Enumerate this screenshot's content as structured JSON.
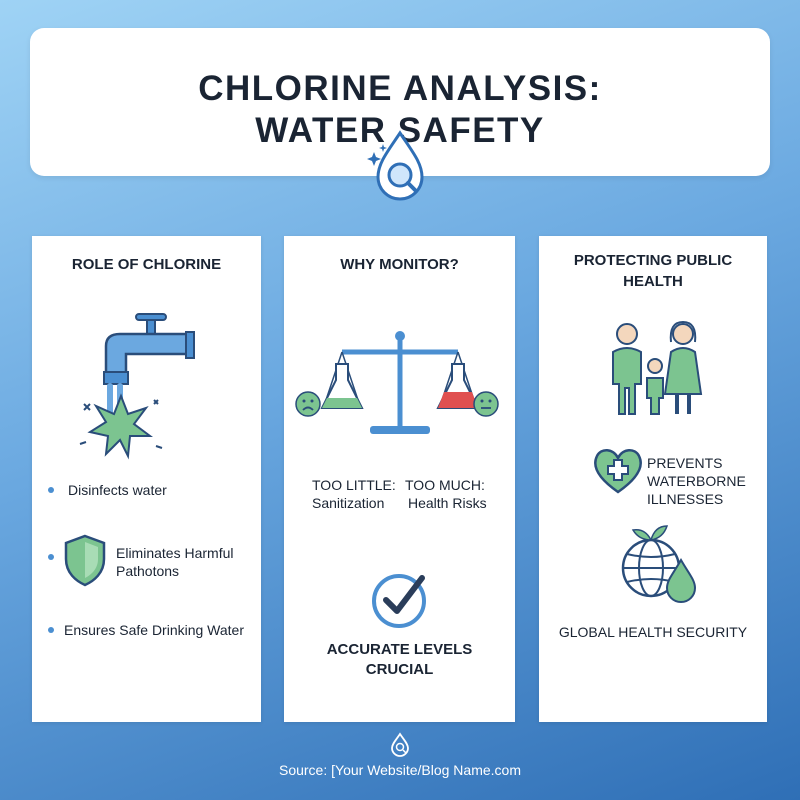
{
  "header": {
    "title_line1": "CHLORINE ANALYSIS:",
    "title_line2": "WATER SAFETY"
  },
  "role_card": {
    "title": "ROLE OF CHLORINE",
    "items": [
      "Disinfects water",
      "Eliminates Harmful",
      "Pathotons",
      "Ensures Safe Drinking Water"
    ]
  },
  "monitor_card": {
    "title": "WHY MONITOR?",
    "too_little_label": "TOO LITTLE:",
    "too_little_value": "Sanitization",
    "too_much_label": "TOO MUCH:",
    "too_much_value": "Health Risks",
    "conclusion_line1": "ACCURATE LEVELS",
    "conclusion_line2": "CRUCIAL"
  },
  "health_card": {
    "title_line1": "PROTECTING PUBLIC",
    "title_line2": "HEALTH",
    "prevents_line1": "PREVENTS",
    "prevents_line2": "WATERBORNE",
    "prevents_line3": "ILLNESSES",
    "security": "GLOBAL HEALTH SECURITY"
  },
  "footer": {
    "source": "Source: [Your Website/Blog Name.com"
  },
  "icons": [
    "water-drop-magnifier-icon",
    "faucet-icon",
    "splash-icon",
    "shield-icon",
    "balance-scale-icon",
    "sad-face-icon",
    "neutral-face-icon",
    "flask-icon",
    "checkmark-icon",
    "family-icon",
    "heart-plus-icon",
    "globe-drop-icon",
    "footer-drop-icon"
  ],
  "colors": {
    "accent_blue": "#4b8fd1",
    "green": "#7cc490",
    "red": "#e05050",
    "dark_text": "#1a2433"
  }
}
